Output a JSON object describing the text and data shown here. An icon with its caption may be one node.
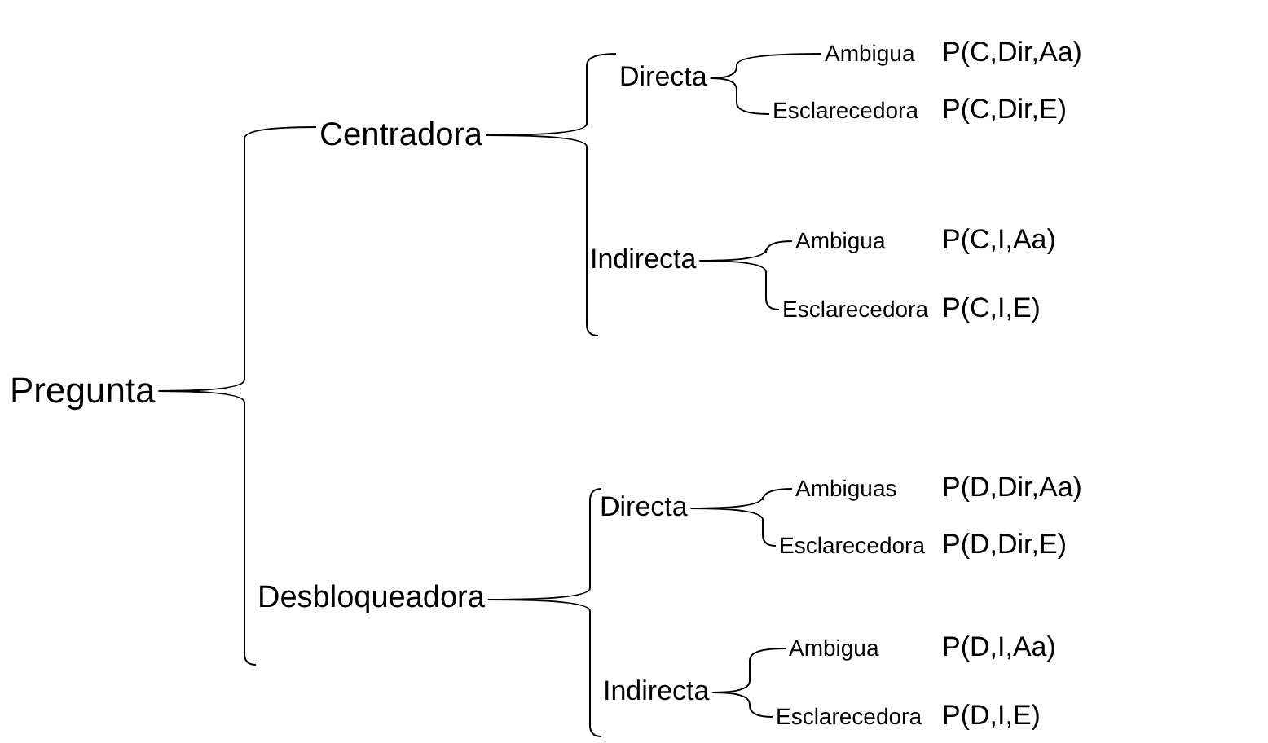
{
  "diagram": {
    "nodes": [
      {
        "text": [
          "Pregunta"
        ]
      },
      {
        "text": [
          "Centradora"
        ]
      },
      {
        "text": [
          "Directa"
        ]
      },
      {
        "text": [
          "Ambigua"
        ],
        "beside": [
          "P(C,Dir,Aa)"
        ]
      },
      {
        "text": [
          "Esclarecedora"
        ],
        "beside": [
          "P(C,Dir,E)"
        ]
      },
      {
        "text": [
          "Indirecta"
        ]
      },
      {
        "text": [
          "Ambigua"
        ],
        "beside": [
          "P(C,I,Aa)"
        ]
      },
      {
        "text": [
          "Esclarecedora"
        ],
        "beside": [
          "P(C,I,E)"
        ]
      },
      {
        "text": [
          "Desbloqueadora"
        ]
      },
      {
        "text": [
          "Directa"
        ]
      },
      {
        "text": [
          "Ambiguas"
        ],
        "beside": [
          "P(D,Dir,Aa)"
        ]
      },
      {
        "text": [
          "Esclarecedora"
        ],
        "beside": [
          "P(D,Dir,E)"
        ]
      },
      {
        "text": [
          "Indirecta"
        ]
      },
      {
        "text": [
          "Ambigua"
        ],
        "beside": [
          "P(D,I,Aa)"
        ]
      },
      {
        "text": [
          "Esclarecedora"
        ],
        "beside": [
          "P(D,I,E)"
        ]
      }
    ],
    "edges": [
      {
        "from": 0,
        "to": 1,
        "arrow": "none"
      },
      {
        "from": 0,
        "to": 8,
        "arrow": "none"
      },
      {
        "from": 1,
        "to": 2,
        "arrow": "none"
      },
      {
        "from": 1,
        "to": 5,
        "arrow": "none"
      },
      {
        "from": 2,
        "to": 3,
        "arrow": "none"
      },
      {
        "from": 2,
        "to": 4,
        "arrow": "none"
      },
      {
        "from": 5,
        "to": 6,
        "arrow": "none"
      },
      {
        "from": 5,
        "to": 7,
        "arrow": "none"
      },
      {
        "from": 8,
        "to": 9,
        "arrow": "none"
      },
      {
        "from": 8,
        "to": 12,
        "arrow": "none"
      },
      {
        "from": 9,
        "to": 10,
        "arrow": "none"
      },
      {
        "from": 9,
        "to": 11,
        "arrow": "none"
      },
      {
        "from": 12,
        "to": 13,
        "arrow": "none"
      },
      {
        "from": 12,
        "to": 14,
        "arrow": "none"
      }
    ]
  }
}
